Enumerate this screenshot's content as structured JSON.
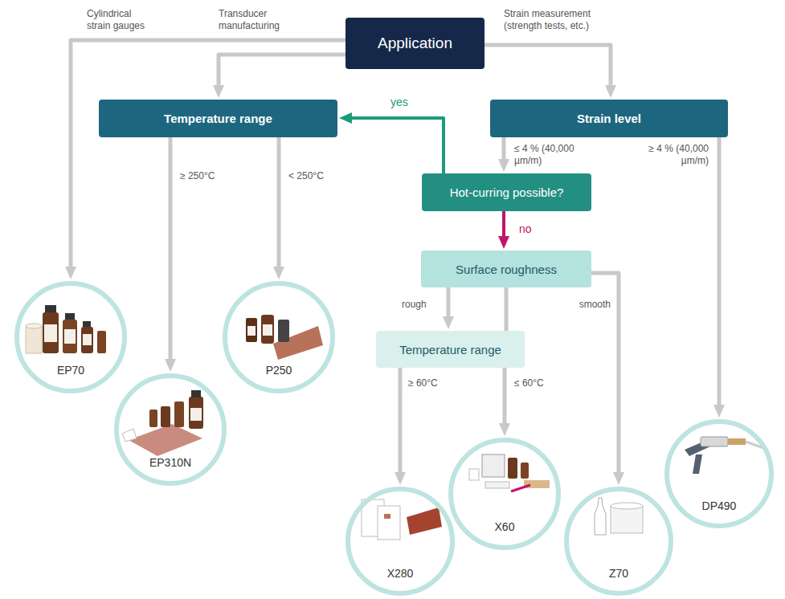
{
  "diagram": {
    "nodes": [
      {
        "text": [
          "Application"
        ]
      },
      {
        "text": [
          "Temperature range"
        ]
      },
      {
        "text": [
          "Strain level"
        ]
      },
      {
        "text": [
          "Hot-curring possible?"
        ]
      },
      {
        "text": [
          "Surface roughness"
        ]
      },
      {
        "text": [
          "Temperature range"
        ]
      },
      {
        "text": [
          "EP70"
        ]
      },
      {
        "text": [
          "EP310N"
        ]
      },
      {
        "text": [
          "P250"
        ]
      },
      {
        "text": [
          "X280"
        ]
      },
      {
        "text": [
          "X60"
        ]
      },
      {
        "text": [
          "Z70"
        ]
      },
      {
        "text": [
          "DP490"
        ]
      }
    ],
    "edges": [
      {
        "from": 0,
        "to": 1,
        "arrow": "to",
        "label": "Transducer manufacturing"
      },
      {
        "from": 0,
        "to": 6,
        "arrow": "to",
        "label": "Cylindrical strain gauges"
      },
      {
        "from": 0,
        "to": 2,
        "arrow": "to",
        "label": "Strain measurement (strength tests, etc.)"
      },
      {
        "from": 1,
        "to": 7,
        "arrow": "to",
        "label": "≥ 250°C"
      },
      {
        "from": 1,
        "to": 8,
        "arrow": "to",
        "label": "< 250°C"
      },
      {
        "from": 2,
        "to": 3,
        "arrow": "to",
        "label": "≤ 4 % (40,000 µm/m)"
      },
      {
        "from": 2,
        "to": 12,
        "arrow": "to",
        "label": "≥ 4 % (40,000 µm/m)"
      },
      {
        "from": 3,
        "to": 1,
        "arrow": "to",
        "label": "yes"
      },
      {
        "from": 3,
        "to": 4,
        "arrow": "to",
        "label": "no"
      },
      {
        "from": 4,
        "to": 5,
        "arrow": "to",
        "label": "rough"
      },
      {
        "from": 4,
        "to": 5,
        "arrow": "none"
      },
      {
        "from": 4,
        "to": 11,
        "arrow": "to",
        "label": "smooth"
      },
      {
        "from": 5,
        "to": 9,
        "arrow": "to",
        "label": "≥ 60°C"
      },
      {
        "from": 5,
        "to": 10,
        "arrow": "to",
        "label": "≤ 60°C"
      }
    ]
  }
}
